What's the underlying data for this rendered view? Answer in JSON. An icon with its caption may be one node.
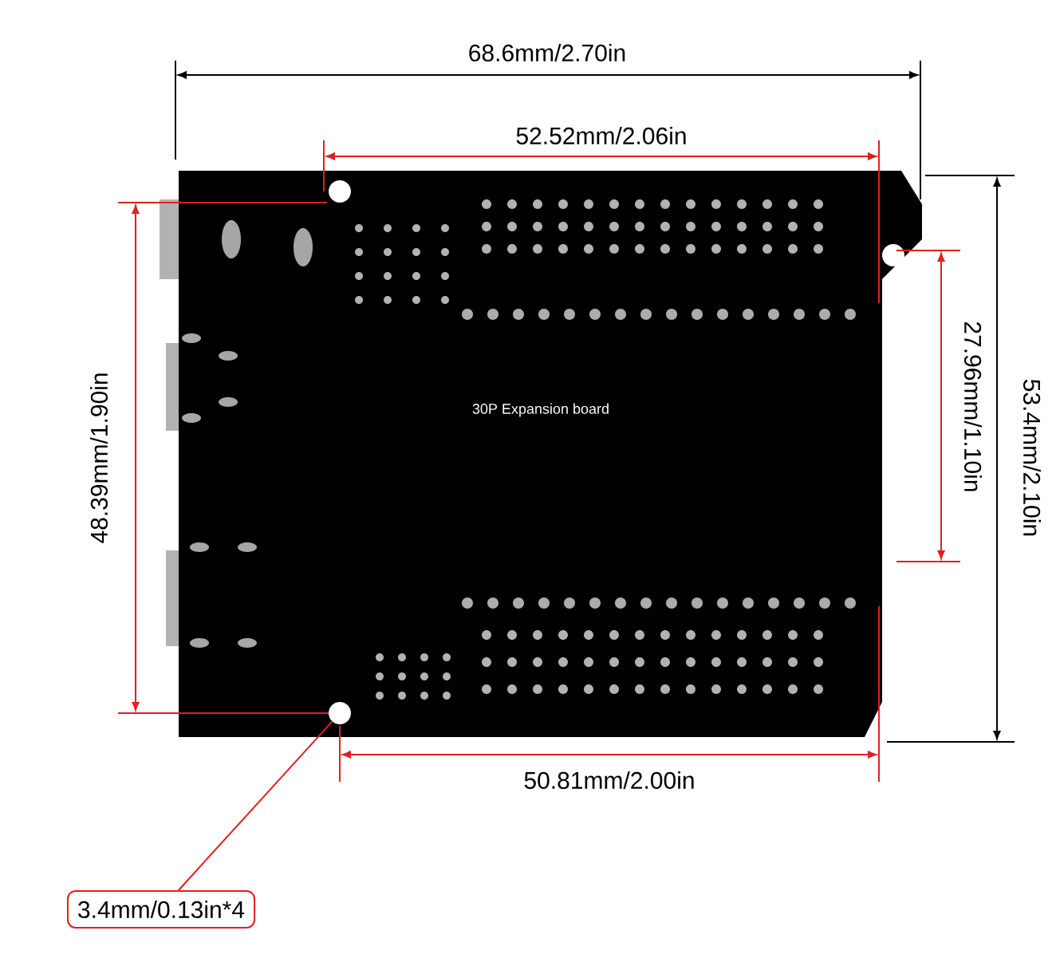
{
  "diagram": {
    "nodes": [
      {
        "text": [
          "3.4mm/0.13in*4"
        ]
      },
      {
        "text": [],
        "shape": "circle"
      }
    ],
    "edges": [
      {
        "from": 0,
        "to": 1,
        "arrow": "none"
      }
    ],
    "labels": [
      "68.6mm/2.70in",
      "52.52mm/2.06in",
      "53.4mm/2.10in",
      "27.96mm/1.10in",
      "30P Expansion board",
      "48.39mm/1.90in",
      "50.81mm/2.00in"
    ]
  }
}
